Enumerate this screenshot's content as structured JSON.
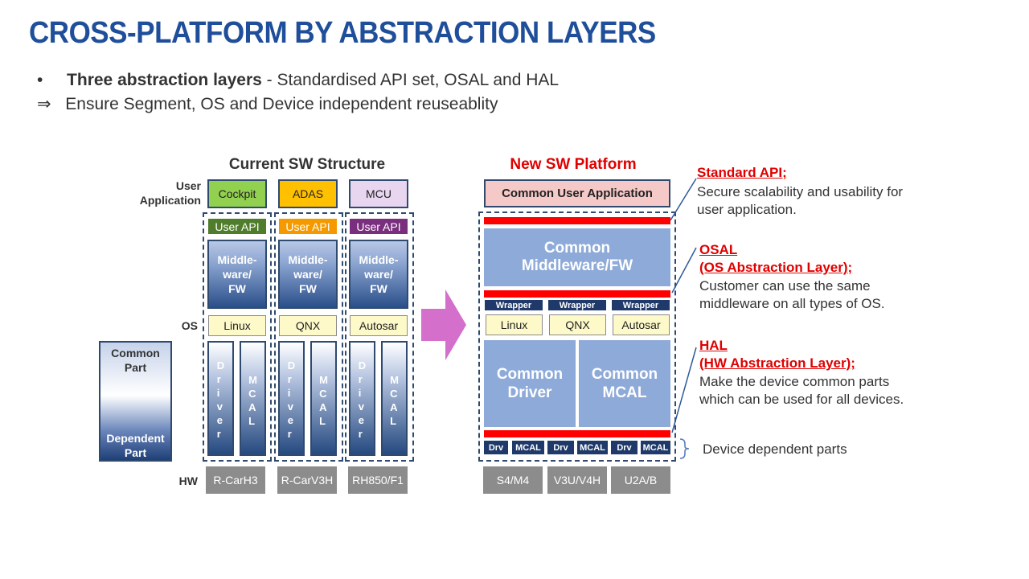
{
  "title": "CROSS-PLATFORM BY ABSTRACTION LAYERS",
  "bullets": {
    "line1_bold": "Three abstraction layers",
    "line1_rest": " - Standardised API set, OSAL and HAL",
    "line2": "Ensure Segment, OS and Device independent reuseablity",
    "bullet_symbol": "•",
    "arrow_symbol": "⇒"
  },
  "current": {
    "header": "Current SW Structure",
    "labels": {
      "user_app": "User\nApplication",
      "os": "OS",
      "hw": "HW"
    },
    "columns": [
      {
        "app": "Cockpit",
        "app_color": "#92d050",
        "api": "User API",
        "api_color": "#4f7d2c",
        "mw": "Middle-\nware/\nFW",
        "os": "Linux",
        "driver": "D\nr\ni\nv\ne\nr",
        "mcal": "M\nC\nA\nL",
        "hw": "R-CarH3"
      },
      {
        "app": "ADAS",
        "app_color": "#ffc000",
        "api": "User API",
        "api_color": "#f49a00",
        "mw": "Middle-\nware/\nFW",
        "os": "QNX",
        "driver": "D\nr\ni\nv\ne\nr",
        "mcal": "M\nC\nA\nL",
        "hw": "R-CarV3H"
      },
      {
        "app": "MCU",
        "app_color": "#e8d5f0",
        "api": "User API",
        "api_color": "#7a2f7e",
        "mw": "Middle-\nware/\nFW",
        "os": "Autosar",
        "driver": "D\nr\ni\nv\ne\nr",
        "mcal": "M\nC\nA\nL",
        "hw": "RH850/F1"
      }
    ],
    "legend": {
      "top": "Common\nPart",
      "bottom": "Dependent\nPart"
    }
  },
  "new": {
    "header": "New  SW Platform",
    "header_color": "#e00000",
    "app": "Common User Application",
    "middleware": "Common\nMiddleware/FW",
    "wrappers": [
      "Wrapper",
      "Wrapper",
      "Wrapper"
    ],
    "os": [
      "Linux",
      "QNX",
      "Autosar"
    ],
    "driver": "Common\nDriver",
    "mcal": "Common\nMCAL",
    "dep_parts": [
      "Drv",
      "MCAL",
      "Drv",
      "MCAL",
      "Drv",
      "MCAL"
    ],
    "hw": [
      "S4/M4",
      "V3U/V4H",
      "U2A/B"
    ],
    "device_dependent": "Device dependent parts"
  },
  "annotations": [
    {
      "title": "Standard API;",
      "desc": "Secure scalability and usability for\nuser application."
    },
    {
      "title": "OSAL\n(OS Abstraction Layer);",
      "desc": "Customer can use the same\nmiddleware on all types of OS."
    },
    {
      "title": "HAL\n(HW Abstraction Layer);",
      "desc": "Make the device common parts\nwhich can be used for all devices."
    }
  ],
  "colors": {
    "title": "#1f4e9a",
    "accent_red": "#ff0000",
    "navy": "#1f3a6a",
    "arrow": "#d46fcb"
  }
}
